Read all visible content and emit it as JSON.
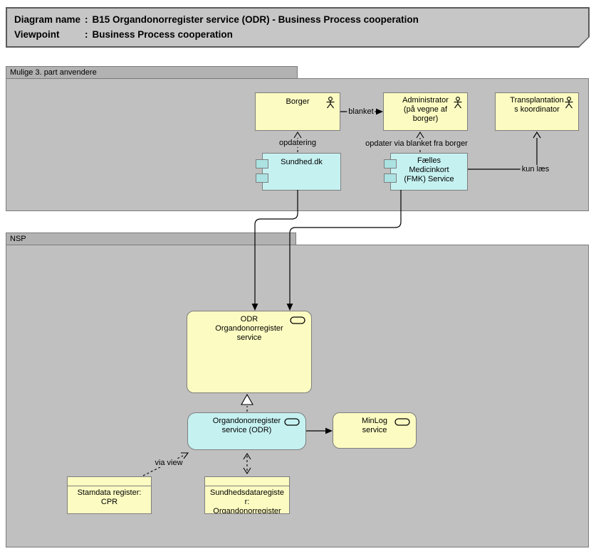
{
  "colors": {
    "title-fill": "#c6c6c6",
    "title-border": "#5a5a5a",
    "group-tab": "#b2b2b2",
    "group-body": "#c0c0c0",
    "group-border": "#7a7a7a",
    "yellow-fill": "#fcfcc2",
    "cyan-fill": "#c6f1f1",
    "cyan-tab": "#ace2e2",
    "box-border": "#7e7e7e",
    "line": "#000000"
  },
  "icons": {
    "actor": "stick-figure-actor-icon",
    "service": "oval-service-icon",
    "component": "component-tabs-icon",
    "note_fold": "cut-corner-bottom-right"
  },
  "title": {
    "rows": [
      {
        "label": "Diagram name",
        "sep": ":",
        "value": "B15 Organdonorregister service (ODR) - Business Process cooperation"
      },
      {
        "label": "Viewpoint",
        "sep": ":",
        "value": "Business Process cooperation"
      }
    ]
  },
  "groups": [
    {
      "label": "Mulige 3. part anvendere"
    },
    {
      "label": "NSP"
    }
  ],
  "nodes": {
    "borger": {
      "label": "Borger",
      "type": "business-actor"
    },
    "administrator": {
      "label": "Administrator\n(på vegne af\nborger)",
      "type": "business-actor"
    },
    "transplantations_koordinator": {
      "label": "Transplantation\ns koordinator",
      "type": "business-actor"
    },
    "sundhed_dk": {
      "label": "Sundhed.dk",
      "type": "application-component"
    },
    "fmk_service": {
      "label": "Fælles\nMedicinkort\n(FMK) Service",
      "type": "application-component"
    },
    "odr_business_service": {
      "label": "ODR\nOrgandonorregister\nservice",
      "type": "service"
    },
    "odr_application_service": {
      "label": "Organdonorregister\nservice (ODR)",
      "type": "service"
    },
    "minlog_service": {
      "label": "MinLog\nservice",
      "type": "service"
    },
    "stamdata_cpr": {
      "label": "Stamdata register:\nCPR",
      "type": "data-object"
    },
    "sundhedsdataregister": {
      "label": "Sundhedsdataregiste\nr:\nOrgandonorregister",
      "type": "data-object"
    }
  },
  "connector_labels": {
    "blanket": "blanket",
    "opdatering": "opdatering",
    "opdater_via_blanket": "opdater via blanket fra borger",
    "kun_laes": "kun læs",
    "via_view": "via view"
  }
}
